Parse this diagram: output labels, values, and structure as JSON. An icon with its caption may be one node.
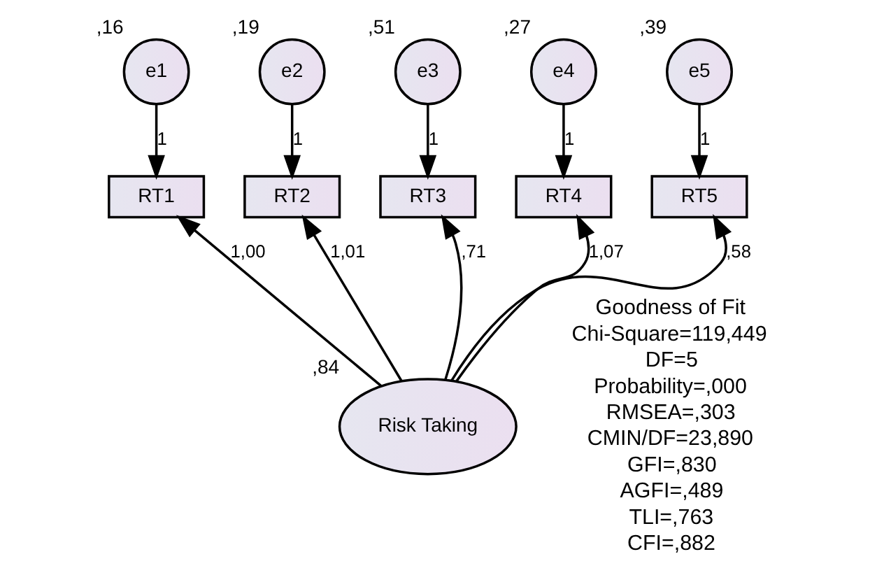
{
  "diagram": {
    "nodes": [
      {
        "text": [
          "e1"
        ],
        "beside": [
          ",16"
        ]
      },
      {
        "text": [
          "e2"
        ],
        "beside": [
          ",19"
        ]
      },
      {
        "text": [
          "e3"
        ],
        "beside": [
          ",51"
        ]
      },
      {
        "text": [
          "e4"
        ],
        "beside": [
          ",27"
        ]
      },
      {
        "text": [
          "e5"
        ],
        "beside": [
          ",39"
        ]
      },
      {
        "text": [
          "RT1"
        ]
      },
      {
        "text": [
          "RT2"
        ]
      },
      {
        "text": [
          "RT3"
        ]
      },
      {
        "text": [
          "RT4"
        ]
      },
      {
        "text": [
          "RT5"
        ]
      },
      {
        "text": [
          "Risk Taking"
        ],
        "beside": [
          ",84"
        ]
      }
    ],
    "edges": [
      {
        "from": 0,
        "to": 5,
        "arrow": "to",
        "label": "1"
      },
      {
        "from": 1,
        "to": 6,
        "arrow": "to",
        "label": "1"
      },
      {
        "from": 2,
        "to": 7,
        "arrow": "to",
        "label": "1"
      },
      {
        "from": 3,
        "to": 8,
        "arrow": "to",
        "label": "1"
      },
      {
        "from": 4,
        "to": 9,
        "arrow": "to",
        "label": "1"
      },
      {
        "from": 10,
        "to": 5,
        "arrow": "to",
        "label": "1,00"
      },
      {
        "from": 10,
        "to": 6,
        "arrow": "to",
        "label": "1,01"
      },
      {
        "from": 10,
        "to": 7,
        "arrow": "to",
        "label": ",71"
      },
      {
        "from": 10,
        "to": 8,
        "arrow": "to",
        "label": "1,07"
      },
      {
        "from": 10,
        "to": 9,
        "arrow": "to",
        "label": ",58"
      }
    ],
    "labels": [
      "Goodness of Fit",
      "Chi-Square=119,449",
      "DF=5",
      "Probability=,000",
      "RMSEA=,303",
      "CMIN/DF=23,890",
      "GFI=,830",
      "AGFI=,489",
      "TLI=,763",
      "CFI=,882"
    ]
  }
}
